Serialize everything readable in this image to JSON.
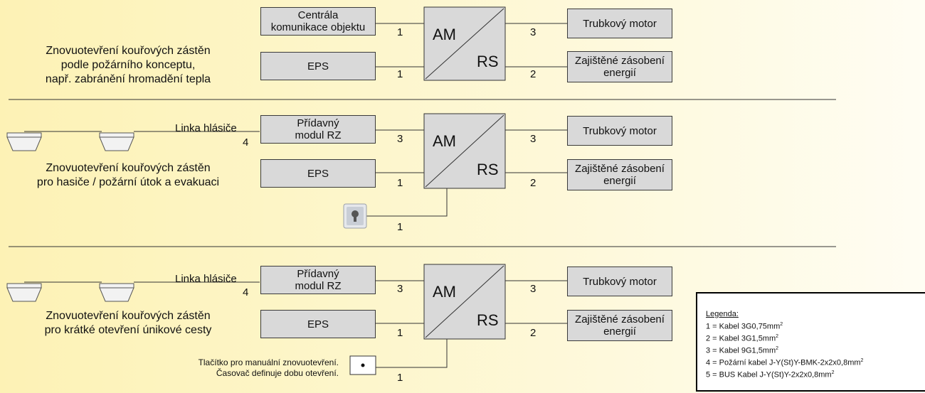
{
  "diagram": {
    "section1": {
      "description": [
        "Znovuotevření kouřových zástěn",
        "podle požárního konceptu,",
        "např. zabránění hromadění tepla"
      ],
      "box_central_l1": "Centrála",
      "box_central_l2": "komunikace objektu",
      "box_eps": "EPS",
      "box_motor": "Trubkový motor",
      "box_power_l1": "Zajištěné zásobení",
      "box_power_l2": "energií",
      "am": "AM",
      "rs": "RS",
      "num_central": "1",
      "num_eps": "1",
      "num_motor": "3",
      "num_power": "2"
    },
    "section2": {
      "detector_line": "Linka hlásiče",
      "detector_num": "4",
      "description": [
        "Znovuotevření kouřových zástěn",
        "pro hasiče / požární útok a evakuaci"
      ],
      "box_module_l1": "Přídavný",
      "box_module_l2": "modul RZ",
      "box_eps": "EPS",
      "box_motor": "Trubkový motor",
      "box_power_l1": "Zajištěné zásobení",
      "box_power_l2": "energií",
      "am": "AM",
      "rs": "RS",
      "num_module": "3",
      "num_eps": "1",
      "num_motor": "3",
      "num_power": "2",
      "num_keyswitch": "1"
    },
    "section3": {
      "detector_line": "Linka hlásiče",
      "detector_num": "4",
      "description": [
        "Znovuotevření kouřových zástěn",
        "pro krátké otevření únikové cesty"
      ],
      "box_module_l1": "Přídavný",
      "box_module_l2": "modul RZ",
      "box_eps": "EPS",
      "box_motor": "Trubkový motor",
      "box_power_l1": "Zajištěné zásobení",
      "box_power_l2": "energií",
      "am": "AM",
      "rs": "RS",
      "num_module": "3",
      "num_eps": "1",
      "num_motor": "3",
      "num_power": "2",
      "num_button": "1",
      "button_note": [
        "Tlačítko pro manuální znovuotevření.",
        "Časovač definuje dobu otevření."
      ]
    }
  },
  "legend": {
    "title": "Legenda:",
    "items": [
      {
        "prefix": "1 = ",
        "text": "Kabel 3G0,75mm",
        "sup": "2"
      },
      {
        "prefix": "2 = ",
        "text": "Kabel 3G1,5mm",
        "sup": "2"
      },
      {
        "prefix": "3 = ",
        "text": "Kabel 9G1,5mm",
        "sup": "2"
      },
      {
        "prefix": "4 = ",
        "text": "Požární kabel J-Y(St)Y-BMK-2x2x0,8mm",
        "sup": "2"
      },
      {
        "prefix": "5 = ",
        "text": "BUS Kabel  J-Y(St)Y-2x2x0,8mm",
        "sup": "2"
      }
    ]
  }
}
